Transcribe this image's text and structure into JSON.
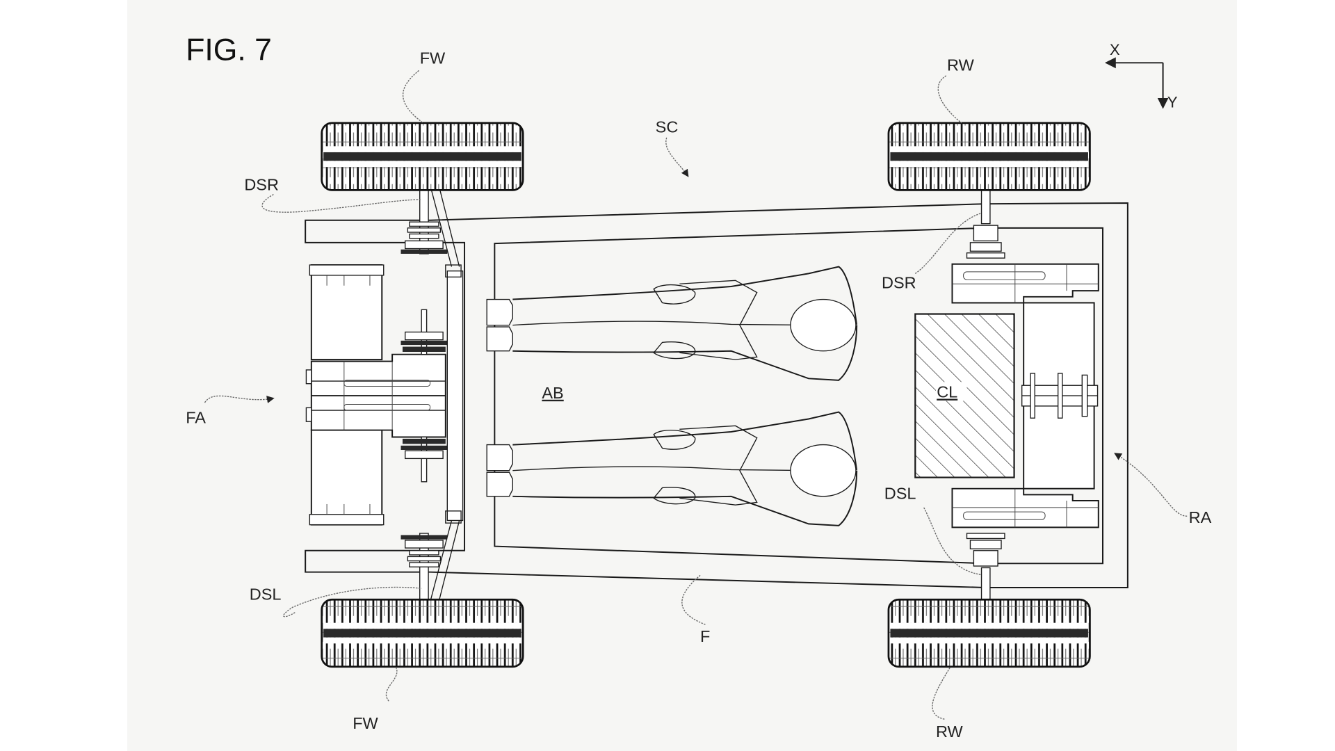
{
  "figure": {
    "title": "FIG. 7",
    "description": "Top view patent drawing of a vehicle chassis with front axle, rear axle, four wheels, two occupants and a component block"
  },
  "axes": {
    "x_label": "X",
    "y_label": "Y"
  },
  "labels": {
    "front_wheel_top": "FW",
    "front_wheel_bottom": "FW",
    "rear_wheel_top": "RW",
    "rear_wheel_bottom": "RW",
    "drive_shaft_right_front": "DSR",
    "drive_shaft_left_front": "DSL",
    "drive_shaft_right_rear": "DSR",
    "drive_shaft_left_rear": "DSL",
    "front_axle": "FA",
    "rear_axle": "RA",
    "structure": "SC",
    "frame": "F",
    "cabin": "AB",
    "component": "CL"
  },
  "colors": {
    "ink": "#1a1a1a",
    "paper": "#f6f6f4",
    "leader": "#666666"
  }
}
